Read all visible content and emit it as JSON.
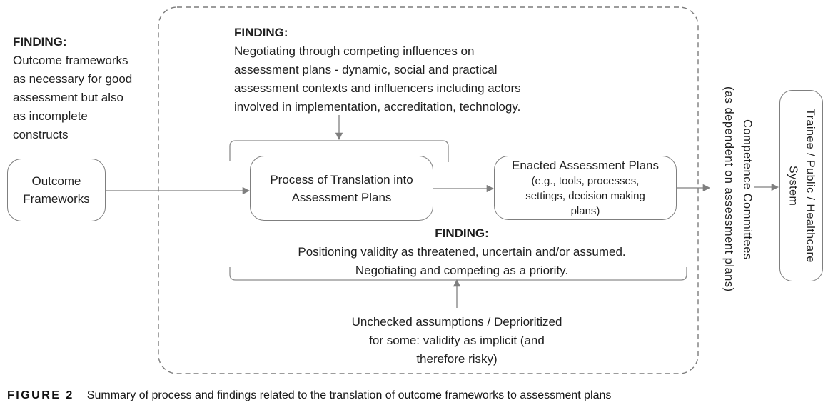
{
  "diagram": {
    "left_finding": {
      "label": "FINDING:",
      "lines": [
        "Outcome frameworks",
        "as necessary for good",
        "assessment but also",
        "as incomplete",
        "constructs"
      ]
    },
    "top_finding": {
      "label": "FINDING:",
      "lines": [
        "Negotiating through competing influences on",
        "assessment plans - dynamic, social and practical",
        "assessment contexts and influencers including actors",
        "involved in implementation, accreditation, technology."
      ]
    },
    "bottom_finding": {
      "label": "FINDING:",
      "lines": [
        "Positioning validity as threatened, uncertain and/or assumed.",
        "Negotiating and competing as a priority."
      ]
    },
    "unchecked_note": {
      "lines": [
        "Unchecked assumptions / Deprioritized",
        "for some: validity as implicit (and",
        "therefore risky)"
      ]
    },
    "nodes": {
      "outcome_frameworks": {
        "label": "Outcome Frameworks"
      },
      "process_translation": {
        "lines": [
          "Process of Translation into",
          "Assessment Plans"
        ]
      },
      "enacted_plans": {
        "title": "Enacted Assessment Plans",
        "subtitle_lines": [
          "(e.g., tools, processes,",
          "settings, decision making",
          "plans)"
        ]
      },
      "trainee_system": {
        "lines": [
          "Trainee / Public / Healthcare",
          "System"
        ]
      }
    },
    "competence_label": {
      "lines": [
        "Competence Committees",
        "(as dependent on assessment plans)"
      ]
    },
    "caption": {
      "label": "FIGURE 2",
      "text": "Summary of process and findings related to the translation of outcome frameworks to assessment plans"
    },
    "colors": {
      "stroke_gray": "#7f7f7f",
      "bracket_gray": "#8c8c8c",
      "dashed_gray": "#7c7c7c",
      "text_dark": "#1f1f1f"
    }
  }
}
